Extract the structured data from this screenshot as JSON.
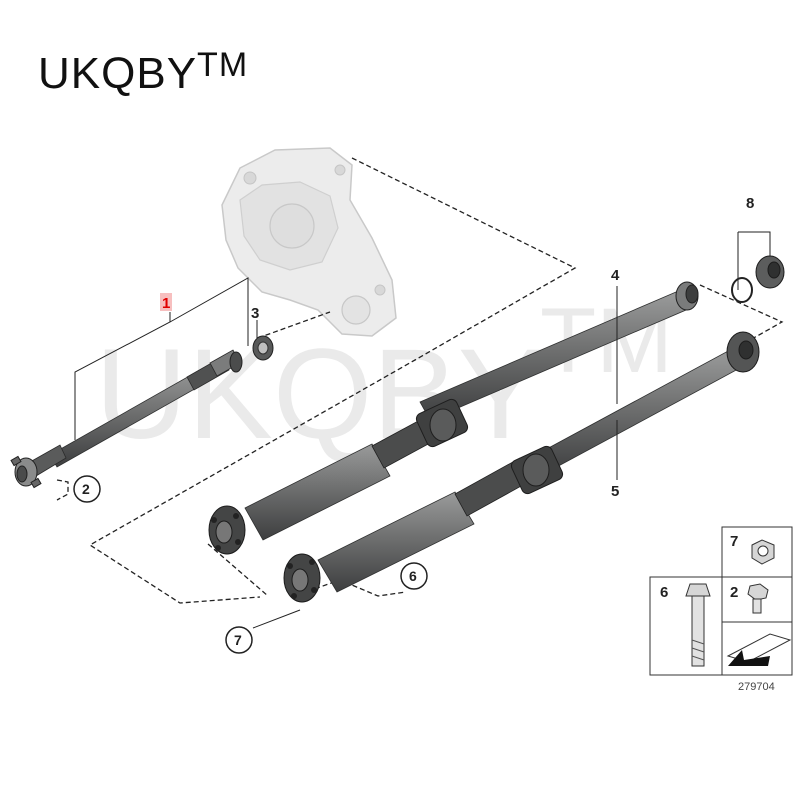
{
  "brand": {
    "text": "UKQBY",
    "trademark": "TM"
  },
  "watermark": {
    "text": "UKQBY",
    "trademark": "TM"
  },
  "diagram": {
    "reference_number": "279704",
    "callouts": [
      {
        "id": "1",
        "label": "1",
        "highlight": true,
        "highlight_color": "#e00000"
      },
      {
        "id": "3",
        "label": "3"
      },
      {
        "id": "4",
        "label": "4"
      },
      {
        "id": "5",
        "label": "5"
      },
      {
        "id": "8",
        "label": "8"
      }
    ],
    "circled_callouts": [
      {
        "id": "2",
        "label": "2"
      },
      {
        "id": "6",
        "label": "6"
      },
      {
        "id": "7",
        "label": "7"
      }
    ],
    "legend": {
      "items": [
        {
          "id": "7",
          "label": "7",
          "icon": "hex-nut-icon"
        },
        {
          "id": "6",
          "label": "6",
          "icon": "hex-bolt-icon"
        },
        {
          "id": "2",
          "label": "2",
          "icon": "flange-bolt-icon"
        }
      ],
      "arrow_icon": "pointer-arrow-icon"
    }
  },
  "colors": {
    "shaft": "#6f7070",
    "shaft_dark": "#3d3e3f",
    "transfer_case": "#e7e7e7",
    "watermark": "#d9d9d9",
    "highlight": "#e00000"
  }
}
